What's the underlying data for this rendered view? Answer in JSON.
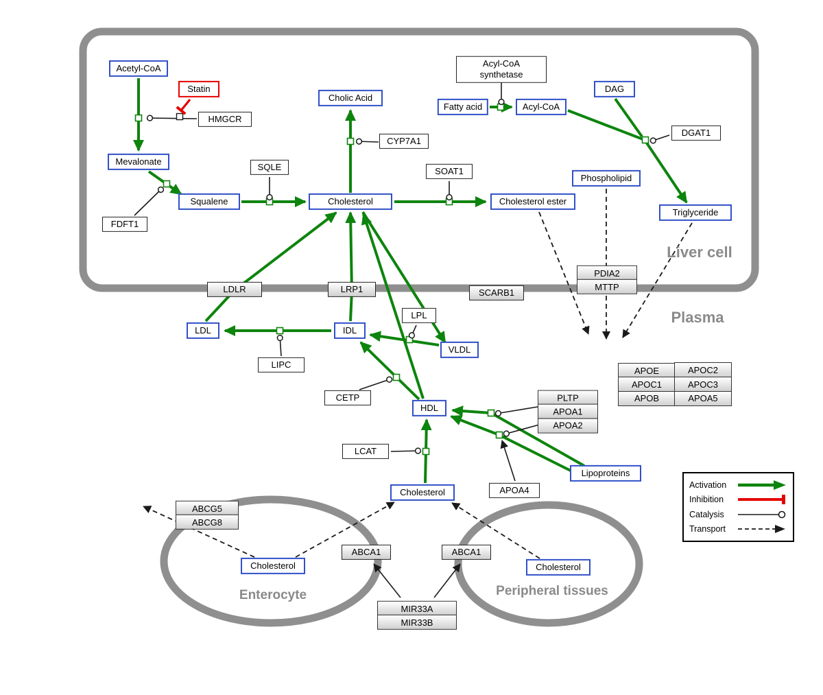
{
  "compartments": {
    "liver": "Liver cell",
    "plasma": "Plasma",
    "enterocyte": "Enterocyte",
    "peripheral": "Peripheral tissues"
  },
  "nodes": {
    "acetyl_coa": "Acetyl-CoA",
    "statin": "Statin",
    "hmgcr": "HMGCR",
    "mevalonate": "Mevalonate",
    "fdft1": "FDFT1",
    "squalene": "Squalene",
    "sqle": "SQLE",
    "cholic_acid": "Cholic Acid",
    "cyp7a1": "CYP7A1",
    "cholesterol_liver": "Cholesterol",
    "soat1": "SOAT1",
    "cholesterol_ester": "Cholesterol ester",
    "acyl_coa_synthetase_1": "Acyl-CoA",
    "acyl_coa_synthetase_2": "synthetase",
    "fatty_acid": "Fatty acid",
    "acyl_coa": "Acyl-CoA",
    "dag": "DAG",
    "dgat1": "DGAT1",
    "phospholipid": "Phospholipid",
    "triglyceride": "Triglyceride",
    "pdia2": "PDIA2",
    "mttp": "MTTP",
    "ldlr": "LDLR",
    "lrp1": "LRP1",
    "scarb1": "SCARB1",
    "ldl": "LDL",
    "idl": "IDL",
    "lipc": "LIPC",
    "lpl": "LPL",
    "vldl": "VLDL",
    "cetp": "CETP",
    "hdl": "HDL",
    "pltp": "PLTP",
    "apoa1": "APOA1",
    "apoa2": "APOA2",
    "apoe": "APOE",
    "apoc2": "APOC2",
    "apoc1": "APOC1",
    "apoc3": "APOC3",
    "apob": "APOB",
    "apoa5": "APOA5",
    "lcat": "LCAT",
    "apoa4": "APOA4",
    "lipoproteins": "Lipoproteins",
    "cholesterol_plasma": "Cholesterol",
    "abcg5": "ABCG5",
    "abcg8": "ABCG8",
    "cholesterol_enterocyte": "Cholesterol",
    "abca1_left": "ABCA1",
    "abca1_right": "ABCA1",
    "cholesterol_peripheral": "Cholesterol",
    "mir33a": "MIR33A",
    "mir33b": "MIR33B"
  },
  "legend": {
    "activation": "Activation",
    "inhibition": "Inhibition",
    "catalysis": "Catalysis",
    "transport": "Transport"
  },
  "colors": {
    "activation": "#0d840d",
    "inhibition": "#e60000",
    "metabolite_border": "#3050c8",
    "compartment_border": "#8f8f8f"
  }
}
